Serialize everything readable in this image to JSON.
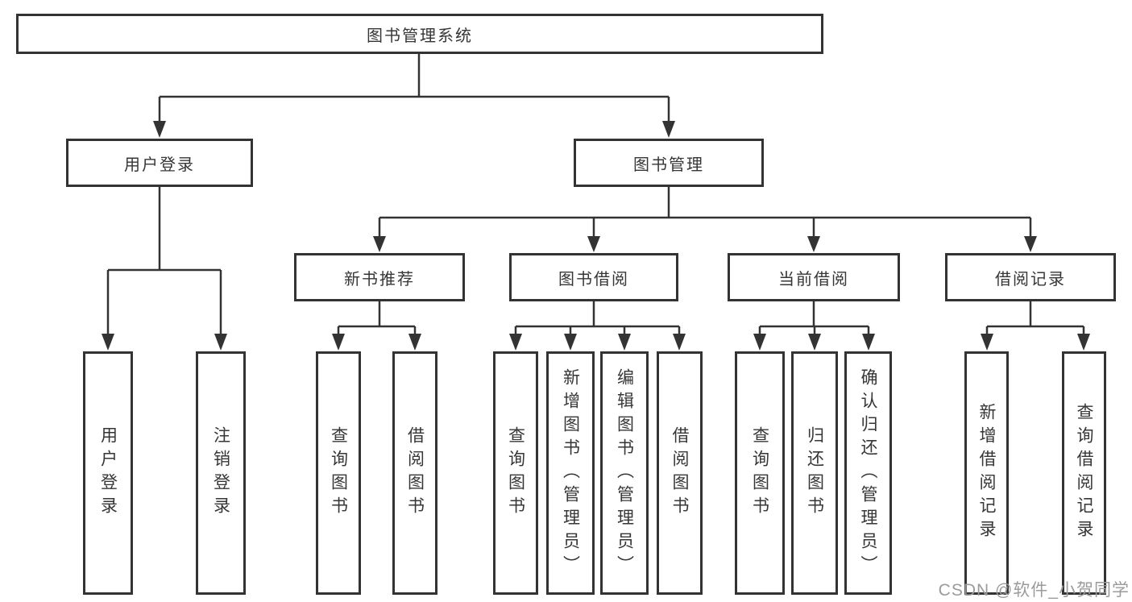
{
  "tree": {
    "root": {
      "label": "图书管理系统",
      "children": [
        {
          "label": "用户登录",
          "children": [
            {
              "label": "用户登录"
            },
            {
              "label": "注销登录"
            }
          ]
        },
        {
          "label": "图书管理",
          "children": [
            {
              "label": "新书推荐",
              "children": [
                {
                  "label": "查询图书"
                },
                {
                  "label": "借阅图书"
                }
              ]
            },
            {
              "label": "图书借阅",
              "children": [
                {
                  "label": "查询图书"
                },
                {
                  "label": "新增图书（管理员）"
                },
                {
                  "label": "编辑图书（管理员）"
                },
                {
                  "label": "借阅图书"
                }
              ]
            },
            {
              "label": "当前借阅",
              "children": [
                {
                  "label": "查询图书"
                },
                {
                  "label": "归还图书"
                },
                {
                  "label": "确认归还（管理员）"
                }
              ]
            },
            {
              "label": "借阅记录",
              "children": [
                {
                  "label": "新增借阅记录"
                },
                {
                  "label": "查询借阅记录"
                }
              ]
            }
          ]
        }
      ]
    }
  },
  "watermark": "CSDN @软件_小贺同学",
  "colors": {
    "line": "#333333",
    "box_border": "#333333",
    "text": "#363636",
    "background": "#ffffff",
    "watermark_text": "#9b9b9b"
  }
}
